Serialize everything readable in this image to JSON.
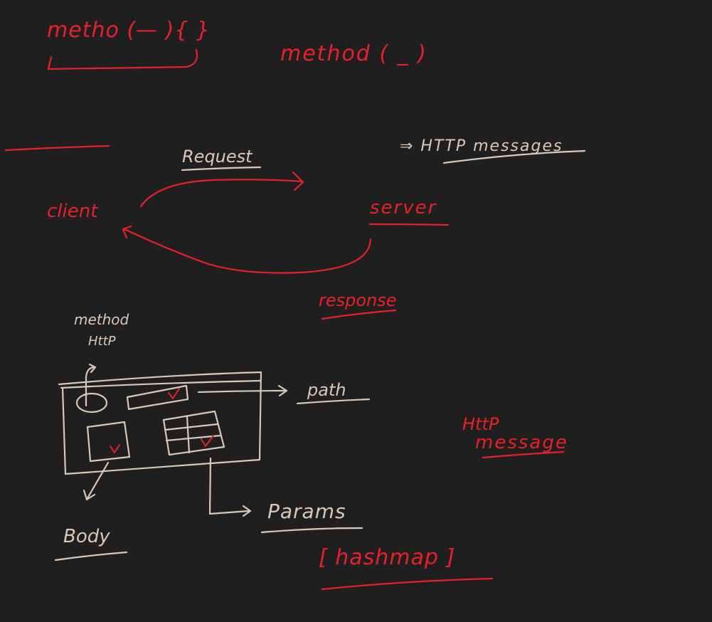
{
  "labels": {
    "method_braces": "metho (— ){ }",
    "method_call": "method ( _ )",
    "request": "Request",
    "http_messages": "⇒ HTTP  messages",
    "client": "client",
    "server": "server",
    "response": "response",
    "method": "method",
    "http_small": "HttP",
    "path": "path",
    "http_message_1": "HttP",
    "http_message_2": "message",
    "params": "Params",
    "body": "Body",
    "hashmap": "[ hashmap ]"
  },
  "colors": {
    "background": "#201f1f",
    "ink_red": "#e8202a",
    "ink_tan": "#d8c8ba"
  }
}
